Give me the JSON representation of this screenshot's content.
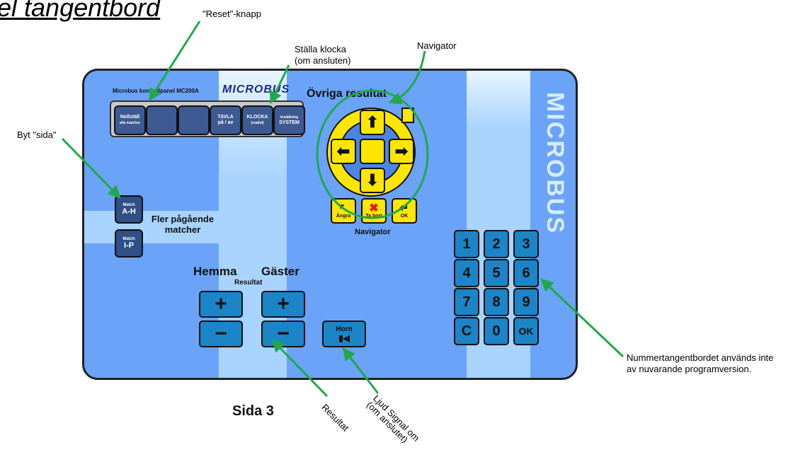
{
  "header": {
    "title": "el tangentbord"
  },
  "callouts": {
    "reset": "\"Reset\"-knapp",
    "clock_line1": "Ställa klocka",
    "clock_line2": "(om ansluten)",
    "navigator": "Navigator",
    "swap_page": "Byt \"sida\"",
    "numpad_line1": "Nummertangentbordet används inte",
    "numpad_line2": "av nuvarande programversion.",
    "result": "Resultat",
    "horn_line1": "Ljud Signal om",
    "horn_line2": "(om anslutet)"
  },
  "page_number": "Sida 3",
  "panel": {
    "title": "Microbus kontrollpanel MC200A",
    "logo": "MICROBUS",
    "side_logo": "MICROBUS",
    "function_keys": [
      {
        "line1": "Nollställ",
        "line2": "alla matcher"
      },
      {
        "line1": "",
        "line2": ""
      },
      {
        "line1": "",
        "line2": ""
      },
      {
        "line1": "TAVLA",
        "line2": "på / av"
      },
      {
        "line1": "KLOCKA",
        "line2": "(realtid)"
      },
      {
        "line1": "Inställning",
        "line2": "SYSTEM"
      }
    ],
    "match_keys": [
      {
        "small": "Match",
        "big": "A-H"
      },
      {
        "small": "Match",
        "big": "I-P"
      }
    ],
    "more_matches_label": "Fler pågående matcher",
    "home_label": "Hemma",
    "away_label": "Gäster",
    "result_label": "Resultat",
    "plus": "+",
    "minus": "−",
    "horn_label": "Horn",
    "horn_icon": "speaker-icon",
    "other_results_label": "Övriga resultat",
    "navigator_label": "Navigator",
    "nav": {
      "up": "⬆",
      "down": "⬇",
      "left": "⬅",
      "right": "➡",
      "center": ""
    },
    "actions": [
      {
        "icon": "undo-icon",
        "glyph": "↖",
        "label": "Ångra"
      },
      {
        "icon": "delete-icon",
        "glyph": "✖",
        "label": "Ta bort"
      },
      {
        "icon": "enter-icon",
        "glyph": "↵",
        "label": "OK"
      }
    ],
    "numpad": [
      "1",
      "2",
      "3",
      "4",
      "5",
      "6",
      "7",
      "8",
      "9",
      "C",
      "0",
      "OK"
    ]
  }
}
